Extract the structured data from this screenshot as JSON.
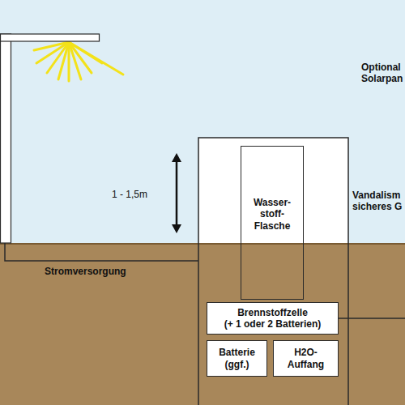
{
  "diagram": {
    "nodes": [
      {
        "text": [
          "Wasser- stoff- Flasche"
        ]
      },
      {
        "text": [
          "Brennstoffzelle",
          "(+ 1 oder 2 Batterien)"
        ]
      },
      {
        "text": [
          "Batterie (ggf.)"
        ]
      },
      {
        "text": [
          "H2O- Auffang"
        ]
      }
    ],
    "labels": [
      "1 - 1,5m",
      "Stromversorgung",
      "Optional Solarpan",
      "Vandalism sicheres G"
    ]
  }
}
